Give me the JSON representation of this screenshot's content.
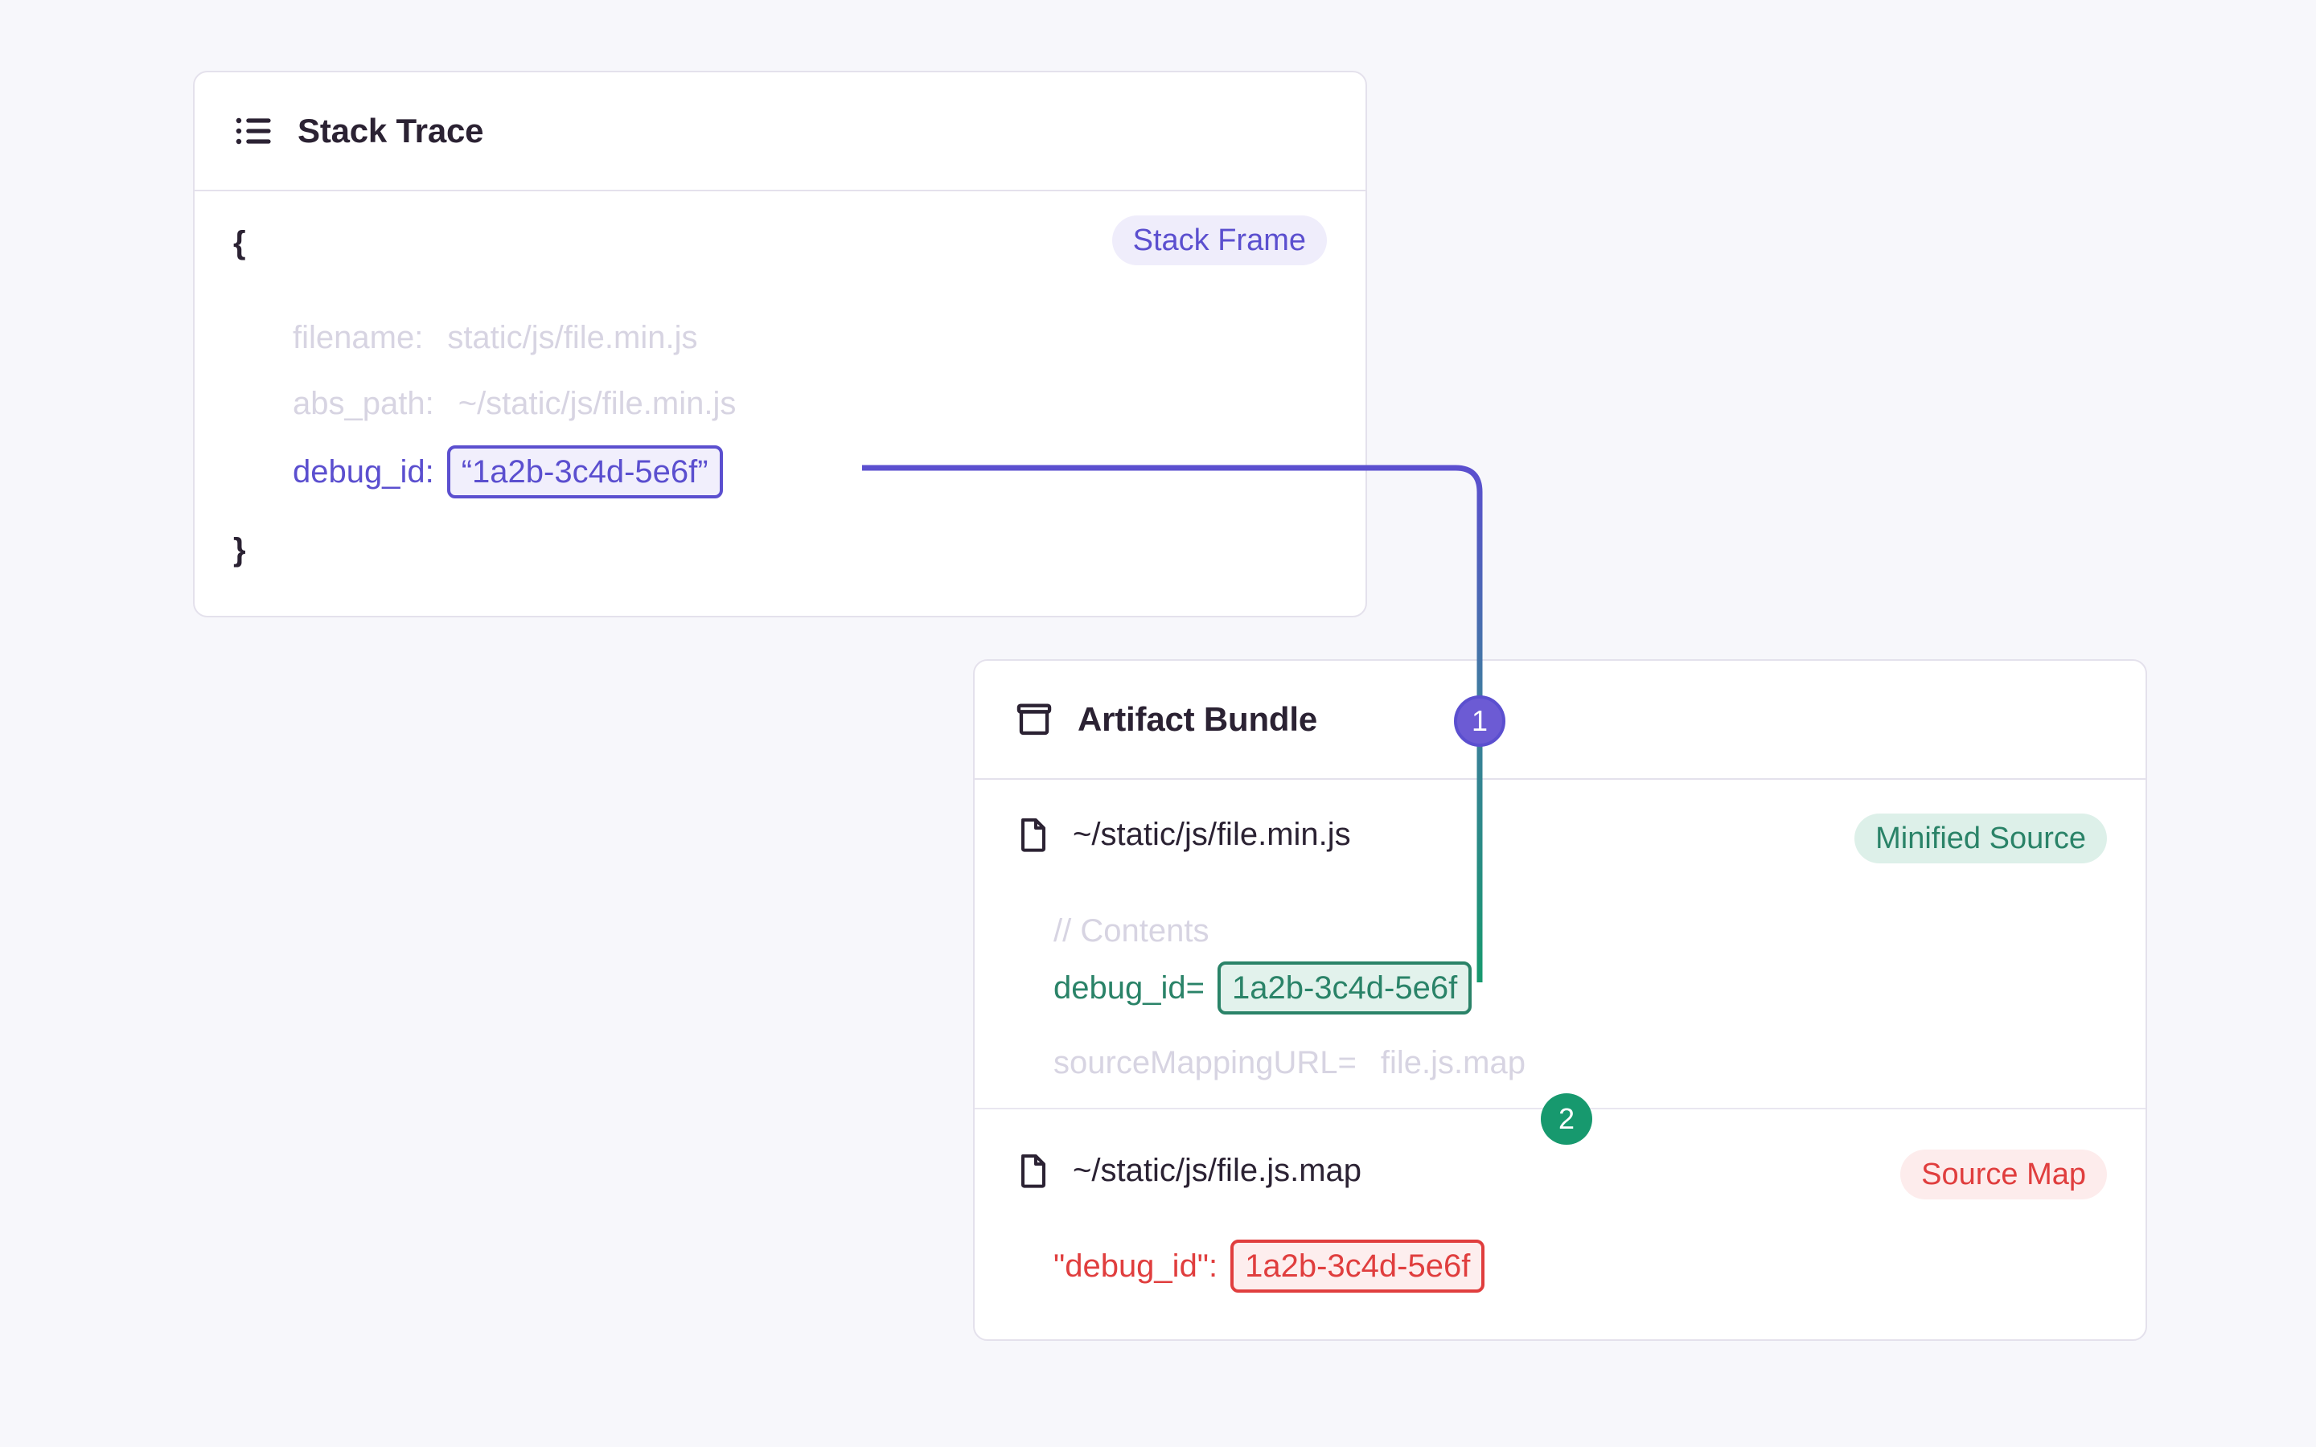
{
  "page": {
    "background_color": "#F7F7FB"
  },
  "stack_trace_card": {
    "title": "Stack Trace",
    "icon": "list-icon",
    "badge": {
      "label": "Stack Frame",
      "color": "#5B4FCF",
      "background": "#EFEDFB"
    },
    "open_brace": "{",
    "close_brace": "}",
    "fields": [
      {
        "key": "filename:",
        "value": "static/js/file.min.js",
        "style": "muted"
      },
      {
        "key": "abs_path:",
        "value": "~/static/js/file.min.js",
        "style": "muted"
      },
      {
        "key": "debug_id:",
        "value": "“1a2b-3c4d-5e6f”",
        "style": "highlight-purple"
      }
    ]
  },
  "artifact_bundle_card": {
    "title": "Artifact Bundle",
    "icon": "archive-icon",
    "files": [
      {
        "icon": "file-icon",
        "name": "~/static/js/file.min.js",
        "badge": {
          "label": "Minified Source",
          "color": "#2A8368",
          "background": "#DDF0E9"
        },
        "lines": [
          {
            "text": "// Contents",
            "style": "muted"
          },
          {
            "key": "debug_id=",
            "value": "1a2b-3c4d-5e6f",
            "style": "highlight-green"
          },
          {
            "key": "sourceMappingURL=",
            "value": "file.js.map",
            "style": "muted"
          }
        ]
      },
      {
        "icon": "file-icon",
        "name": "~/static/js/file.js.map",
        "badge": {
          "label": "Source Map",
          "color": "#E03E3E",
          "background": "#FDECEC"
        },
        "lines": [
          {
            "key": "\"debug_id\":",
            "value": "1a2b-3c4d-5e6f",
            "style": "highlight-red"
          }
        ]
      }
    ]
  },
  "connectors": [
    {
      "step": "1",
      "from": "stack_trace.debug_id",
      "to": "file.min.js.debug_id",
      "start_color": "#5B4FCF",
      "end_color": "#17996E",
      "badge_color": "#6C5BD4"
    },
    {
      "step": "2",
      "from": "file.min.js.debug_id",
      "to": "file.js.map.debug_id",
      "start_color": "#17996E",
      "end_color": "#E03E3E",
      "badge_color": "#17996E"
    }
  ]
}
